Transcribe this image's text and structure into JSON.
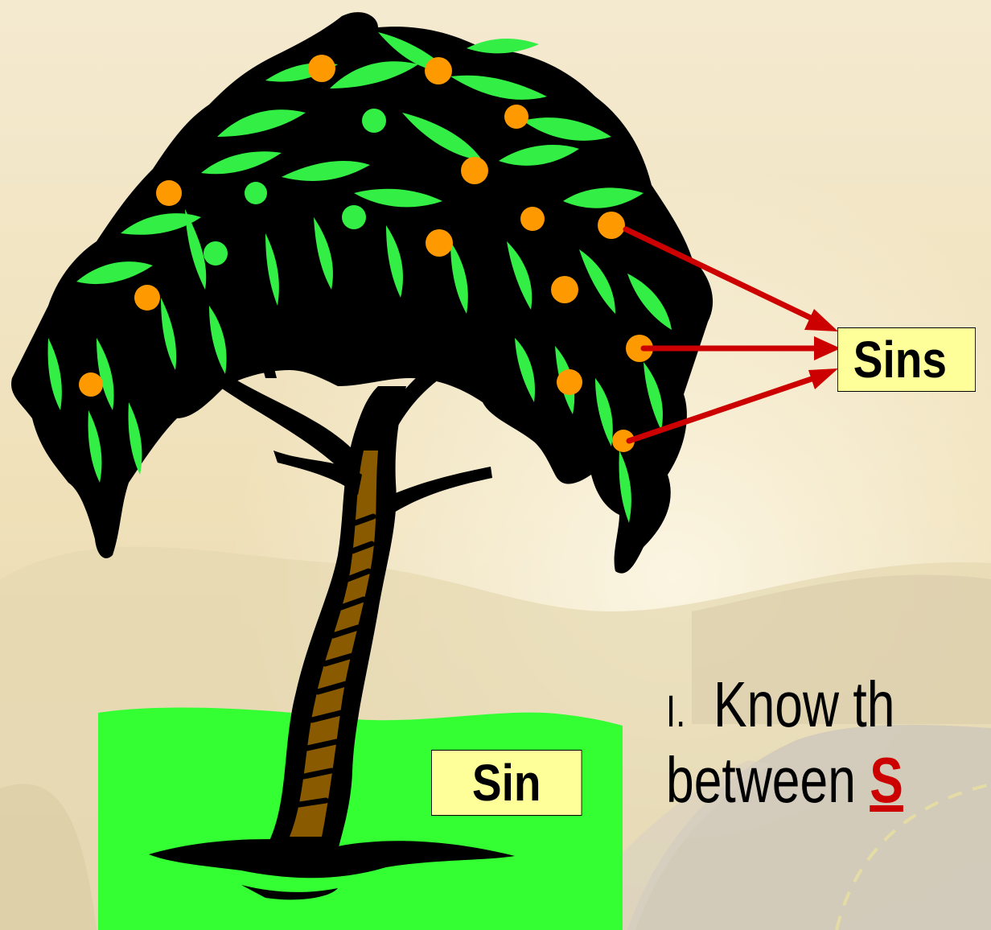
{
  "slide": {
    "labels": {
      "sins": "Sins",
      "sin": "Sin"
    },
    "point": {
      "number": "I.",
      "line1": "Know th",
      "line2_prefix": "between ",
      "line2_emphasis": "S"
    },
    "colors": {
      "label_fill": "#ffff99",
      "arrow": "#cc0000",
      "grass": "#33ff33",
      "leaf": "#33ee44",
      "fruit": "#ff9900",
      "trunk": "#8a5a00",
      "emphasis_text": "#cc0000"
    }
  }
}
